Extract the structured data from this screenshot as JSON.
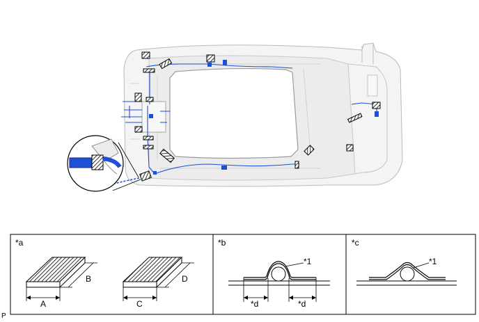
{
  "legend": {
    "cells": [
      {
        "tag": "*a",
        "dims": [
          "A",
          "B",
          "C",
          "D"
        ]
      },
      {
        "tag": "*b",
        "callout": "*1",
        "dims": [
          "*d",
          "*d"
        ]
      },
      {
        "tag": "*c",
        "callout": "*1"
      }
    ]
  },
  "corner_code": "P",
  "colors": {
    "harness": "#1f4fd6",
    "outline": "#b9b9b9",
    "pad_fill": "#ffffff",
    "ink": "#000000"
  },
  "icons": [
    "vehicle-roof-outline-icon",
    "wire-harness-icon",
    "tape-pad-icon",
    "magnifier-detail-icon"
  ]
}
